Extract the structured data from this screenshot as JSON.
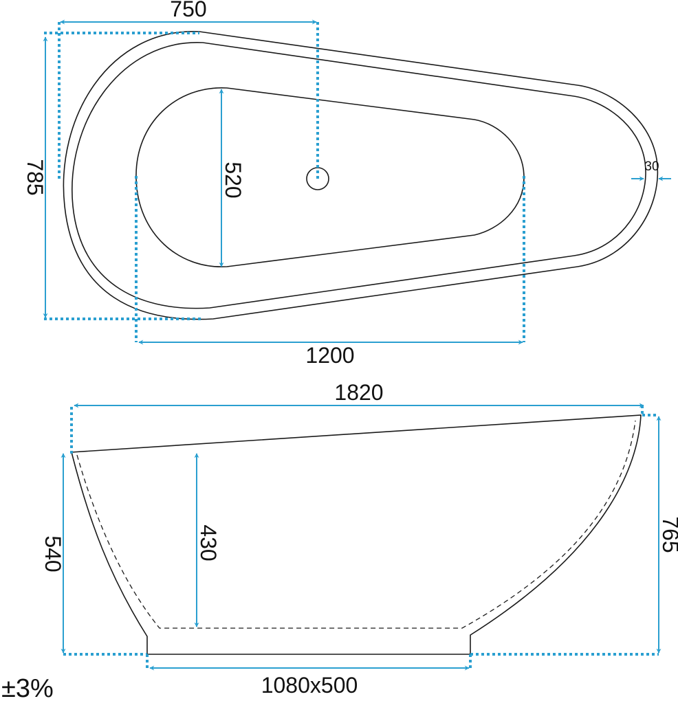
{
  "top_view": {
    "dim_overall_width": "750",
    "dim_overall_height": "785",
    "dim_inner_height": "520",
    "dim_inner_length": "1200",
    "dim_rim_thickness": "30"
  },
  "side_view": {
    "dim_overall_length": "1820",
    "dim_low_end_height": "540",
    "dim_depth": "430",
    "dim_high_end_height": "765",
    "dim_base": "1080x500"
  },
  "tolerance": "±3%",
  "colors": {
    "dimension": "#2a9fd0",
    "outline": "#1a1a1a"
  }
}
